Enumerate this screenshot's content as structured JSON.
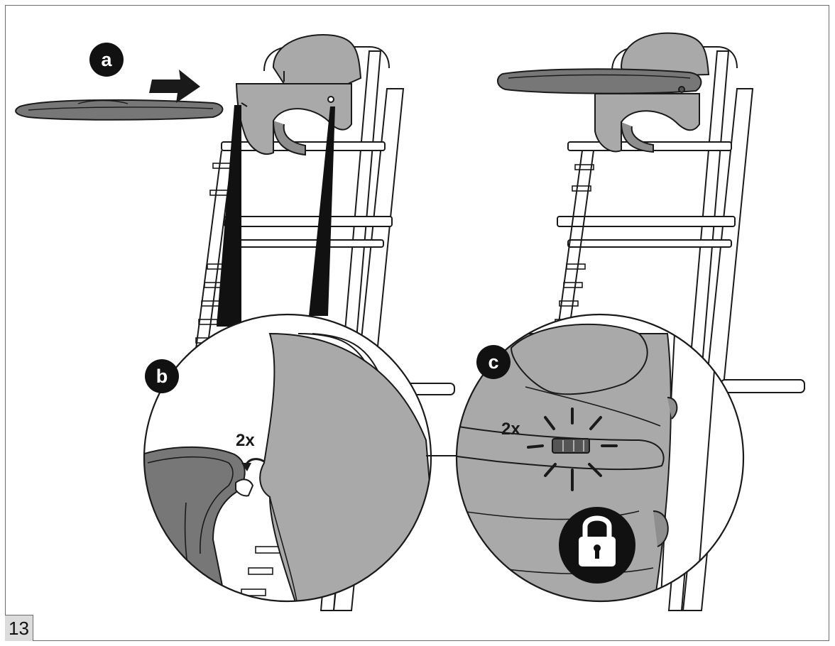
{
  "page_number": "13",
  "steps": {
    "a": "a",
    "b": "b",
    "c": "c"
  },
  "callouts": {
    "b_repeat": "2x",
    "c_repeat": "2x"
  },
  "icons": {
    "lock": "padlock-icon",
    "arrow": "push-arrow"
  },
  "colors": {
    "outline": "#1a1a1a",
    "part_fill": "#a9a9a9",
    "tray_fill": "#777777",
    "badge": "#111111",
    "frame": "#6d6d6d",
    "page_box": "#dcdcdc"
  }
}
